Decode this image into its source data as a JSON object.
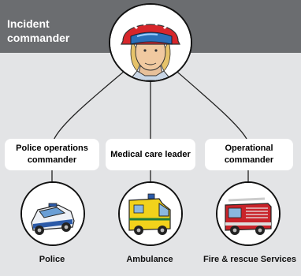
{
  "header": {
    "title": "Incident commander"
  },
  "commander_icon": "firefighter-portrait",
  "roles": [
    {
      "label": "Police operations commander",
      "unit": "Police",
      "icon": "police-car-icon"
    },
    {
      "label": "Medical care leader",
      "unit": "Ambulance",
      "icon": "ambulance-icon"
    },
    {
      "label": "Operational commander",
      "unit": "Fire & rescue Services",
      "icon": "fire-engine-icon"
    }
  ],
  "colors": {
    "header": "#6b6d70",
    "background": "#e3e4e6",
    "helmet": "#d7262b",
    "visor": "#2a6fb8",
    "ambulance": "#f2d21b"
  }
}
